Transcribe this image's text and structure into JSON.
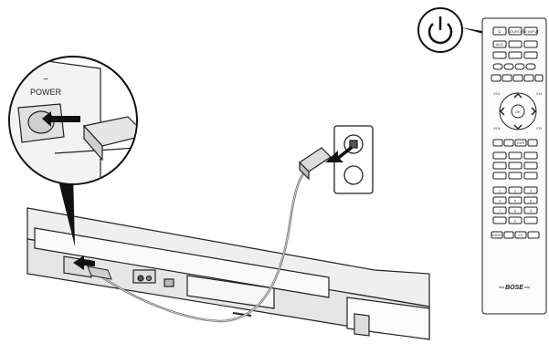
{
  "callout": {
    "power_label": "POWER",
    "tilde": "~"
  },
  "remote": {
    "top_labels": [
      "SOURCE",
      "TV INPUT"
    ],
    "row2_labels": [
      "AUX",
      "",
      ""
    ],
    "side_labels": {
      "vol_top": "VOL",
      "ch_top": "CH",
      "ok": "OK",
      "vol_bottom": "VOL",
      "ch_bottom": "CH"
    },
    "dvr_label": "DVR",
    "number_keys": [
      "1",
      "2",
      "3",
      "4",
      "5",
      "6",
      "7",
      "8",
      "9",
      "",
      "0",
      ""
    ],
    "bottom_labels": [
      "AUDIO",
      "",
      "CC",
      ""
    ],
    "brand": "BOSE"
  },
  "colors": {
    "line": "#222222",
    "fill_light": "#f2f2f2",
    "fill_mid": "#d9d9d9",
    "fill_dark": "#555555",
    "cord": "#666666"
  }
}
